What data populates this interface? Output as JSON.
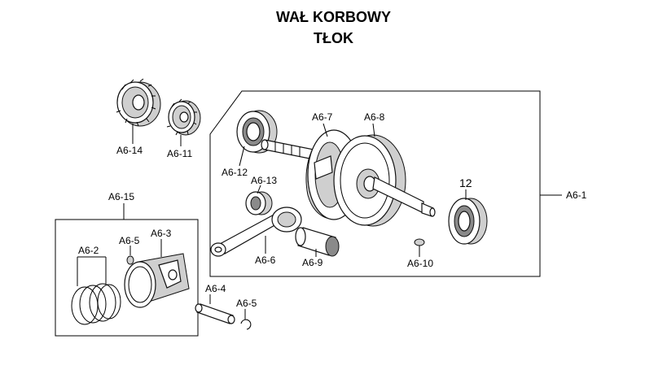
{
  "title": {
    "line1": "WAŁ KORBOWY",
    "line2": "TŁOK"
  },
  "labels": {
    "a6_1": "A6-1",
    "a6_2": "A6-2",
    "a6_3": "A6-3",
    "a6_4": "A6-4",
    "a6_5_top": "A6-5",
    "a6_5_bottom": "A6-5",
    "a6_6": "A6-6",
    "a6_7": "A6-7",
    "a6_8": "A6-8",
    "a6_9": "A6-9",
    "a6_10": "A6-10",
    "a6_11": "A6-11",
    "a6_12": "A6-12",
    "a6_13": "A6-13",
    "a6_14": "A6-14",
    "a6_15": "A6-15",
    "n12": "12"
  }
}
